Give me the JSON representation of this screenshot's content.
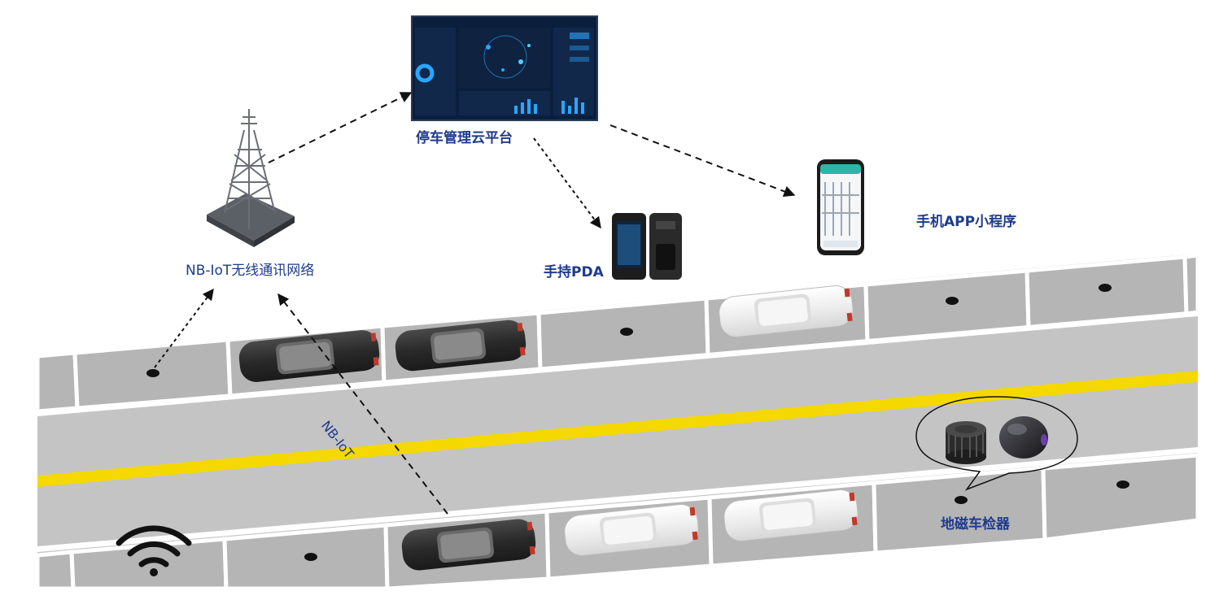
{
  "labels": {
    "cloud_platform": "停车管理云平台",
    "nbiot_network": "NB-IoT无线通讯网络",
    "handheld_pda": "手持PDA",
    "mobile_app": "手机APP小程序",
    "geomagnetic_detector": "地磁车检器",
    "nbiot_link": "NB-IoT"
  },
  "colors": {
    "label_text": "#1f3b8c",
    "road": "#c4c4c4",
    "parking_bay": "#b5b5b5",
    "lane_marking": "#ffffff",
    "center_line": "#f4d800",
    "car_dark": "#2e2e2e",
    "car_white": "#f2f2f2",
    "screen_bg": "#0b1f3d",
    "screen_accent": "#2aa6ff"
  },
  "icons": {
    "tower": "cell-tower-icon",
    "screen": "dashboard-screen-icon",
    "pda": "handheld-pda-icon",
    "phone": "smartphone-icon",
    "sensor": "geomagnetic-sensor-icon",
    "wifi": "wifi-signal-icon"
  }
}
